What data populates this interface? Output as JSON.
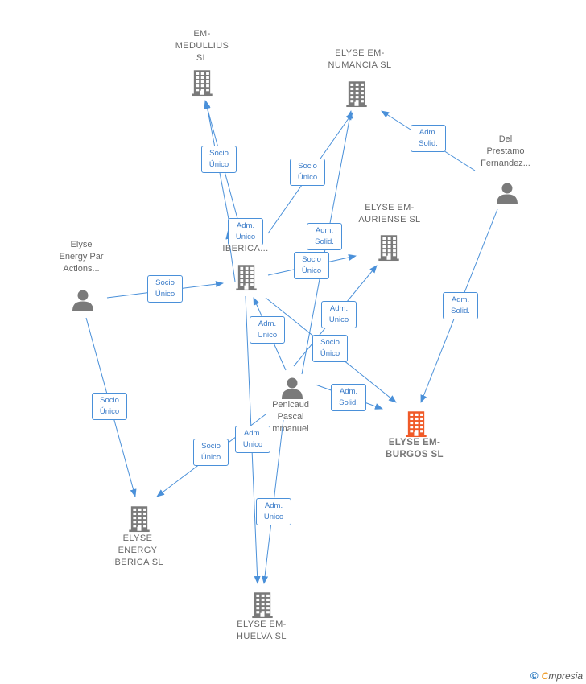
{
  "nodes": [
    {
      "id": "medullius",
      "type": "company",
      "label": "EM-\nMEDULLIUS\nSL",
      "color": "#7a7a7a"
    },
    {
      "id": "numancia",
      "type": "company",
      "label": "ELYSE EM-\nNUMANCIA SL",
      "color": "#7a7a7a"
    },
    {
      "id": "delprestamo",
      "type": "person",
      "label": "Del\nPrestamo\nFernandez..."
    },
    {
      "id": "auriense",
      "type": "company",
      "label": "ELYSE EM-\nAURIENSE SL",
      "color": "#7a7a7a"
    },
    {
      "id": "ibericaholding",
      "type": "company",
      "label": "E\nIBERICA...",
      "color": "#7a7a7a"
    },
    {
      "id": "elyseenergypar",
      "type": "person",
      "label": "Elyse\nEnergy Par\nActions..."
    },
    {
      "id": "penicaud",
      "type": "person",
      "label": "Penicaud\nPascal\nmmanuel"
    },
    {
      "id": "burgos",
      "type": "company",
      "label": "ELYSE EM-\nBURGOS SL",
      "color": "#f05a28",
      "main": true
    },
    {
      "id": "energyiberica",
      "type": "company",
      "label": "ELYSE\nENERGY\nIBERICA SL",
      "color": "#7a7a7a"
    },
    {
      "id": "huelva",
      "type": "company",
      "label": "ELYSE EM-\nHUELVA SL",
      "color": "#7a7a7a"
    }
  ],
  "edge_labels": [
    {
      "id": "e1",
      "text": "Socio\nÚnico"
    },
    {
      "id": "e2",
      "text": "Socio\nÚnico"
    },
    {
      "id": "e3",
      "text": "Adm.\nSolid."
    },
    {
      "id": "e4",
      "text": "Adm.\nUnico"
    },
    {
      "id": "e5",
      "text": "Adm.\nSolid."
    },
    {
      "id": "e6",
      "text": "Socio\nÚnico"
    },
    {
      "id": "e7",
      "text": "Socio\nÚnico"
    },
    {
      "id": "e8",
      "text": "Adm.\nSolid."
    },
    {
      "id": "e9",
      "text": "Adm.\nUnico"
    },
    {
      "id": "e10",
      "text": "Adm.\nUnico"
    },
    {
      "id": "e11",
      "text": "Socio\nÚnico"
    },
    {
      "id": "e12",
      "text": "Adm.\nSolid."
    },
    {
      "id": "e13",
      "text": "Socio\nÚnico"
    },
    {
      "id": "e14",
      "text": "Socio\nÚnico"
    },
    {
      "id": "e15",
      "text": "Adm.\nUnico"
    },
    {
      "id": "e16",
      "text": "Adm.\nUnico"
    }
  ],
  "colors": {
    "edge": "#4a90d9",
    "company": "#7a7a7a",
    "main": "#f05a28",
    "person": "#7a7a7a"
  },
  "footer": {
    "copyright": "©",
    "brand_first": "C",
    "brand_rest": "mpresia"
  }
}
